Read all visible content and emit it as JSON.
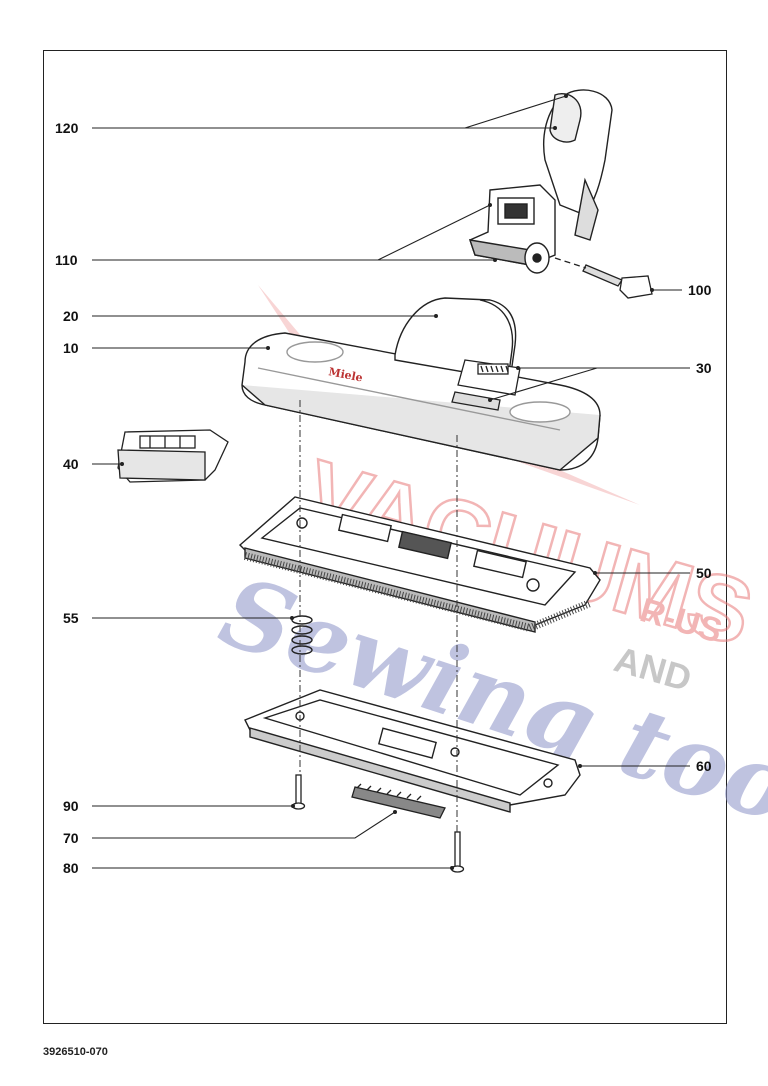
{
  "callouts": [
    {
      "id": "c120",
      "label": "120"
    },
    {
      "id": "c110",
      "label": "110"
    },
    {
      "id": "c100",
      "label": "100"
    },
    {
      "id": "c20",
      "label": "20"
    },
    {
      "id": "c10",
      "label": "10"
    },
    {
      "id": "c30",
      "label": "30"
    },
    {
      "id": "c40",
      "label": "40"
    },
    {
      "id": "c50",
      "label": "50"
    },
    {
      "id": "c55",
      "label": "55"
    },
    {
      "id": "c60",
      "label": "60"
    },
    {
      "id": "c90",
      "label": "90"
    },
    {
      "id": "c70",
      "label": "70"
    },
    {
      "id": "c80",
      "label": "80"
    }
  ],
  "brand_mark": "Miele",
  "watermark": {
    "line1": "VACUUMS",
    "line2": "Sewing too",
    "r_us": "R-US",
    "and": "AND"
  },
  "document_number": "3926510-070",
  "colors": {
    "line": "#222222",
    "watermark_red": "#e87a7a",
    "watermark_blue": "#8c93c8",
    "watermark_gray": "#9a9a9a"
  }
}
